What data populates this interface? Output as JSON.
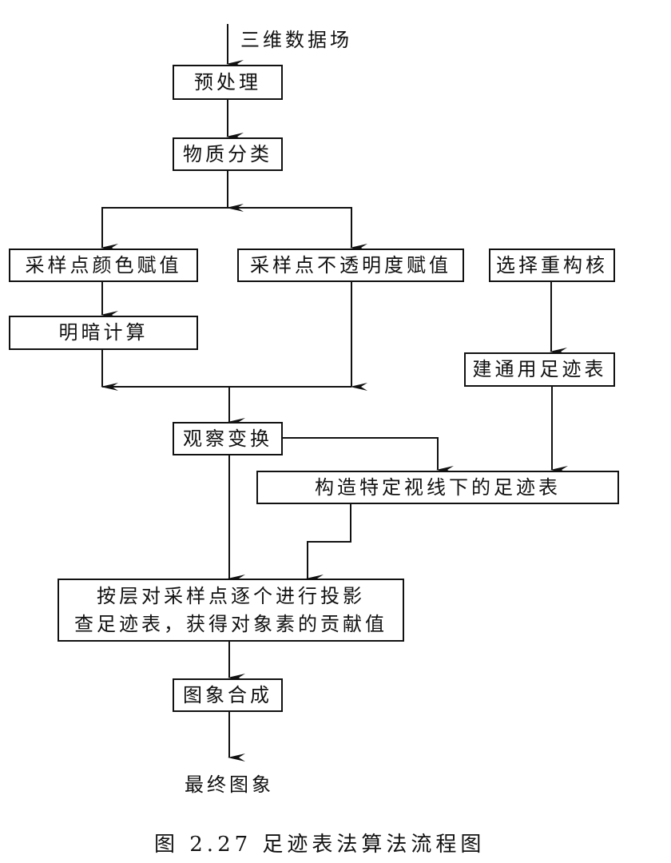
{
  "diagram": {
    "input_label": "三维数据场",
    "output_label": "最终图象",
    "nodes": {
      "preprocess": "预处理",
      "classify": "物质分类",
      "color": "采样点颜色赋值",
      "opacity": "采样点不透明度赋值",
      "kernel": "选择重构核",
      "shading": "明暗计算",
      "generic_table": "建通用足迹表",
      "view_transform": "观察变换",
      "view_table": "构造特定视线下的足迹表",
      "projection_line1": "按层对采样点逐个进行投影",
      "projection_line2": "查足迹表，获得对象素的贡献值",
      "composite": "图象合成"
    },
    "edges": [
      [
        "input",
        "preprocess"
      ],
      [
        "preprocess",
        "classify"
      ],
      [
        "classify",
        "color"
      ],
      [
        "classify",
        "opacity"
      ],
      [
        "color",
        "shading"
      ],
      [
        "shading",
        "view_transform"
      ],
      [
        "opacity",
        "view_transform"
      ],
      [
        "kernel",
        "generic_table"
      ],
      [
        "generic_table",
        "view_table"
      ],
      [
        "view_transform",
        "view_table"
      ],
      [
        "view_transform",
        "projection"
      ],
      [
        "view_table",
        "projection"
      ],
      [
        "projection",
        "composite"
      ],
      [
        "composite",
        "output"
      ]
    ]
  },
  "caption": "图 2.27   足迹表法算法流程图"
}
